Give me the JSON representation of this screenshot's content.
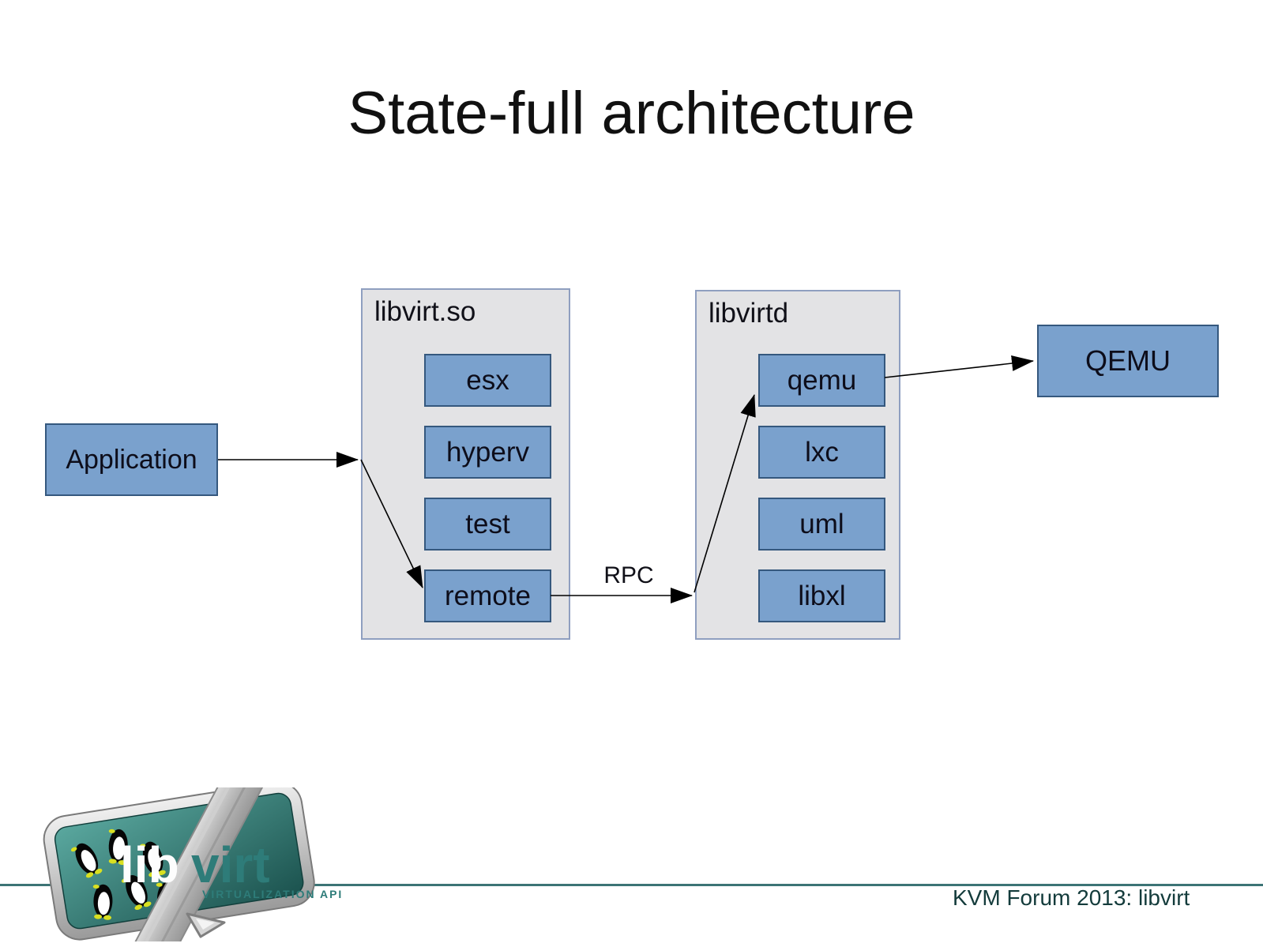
{
  "slide": {
    "title": "State-full architecture",
    "footer": "KVM Forum 2013: libvirt"
  },
  "diagram": {
    "application": {
      "label": "Application"
    },
    "libvirt_so": {
      "label": "libvirt.so",
      "drivers": [
        {
          "label": "esx"
        },
        {
          "label": "hyperv"
        },
        {
          "label": "test"
        },
        {
          "label": "remote"
        }
      ]
    },
    "libvirtd": {
      "label": "libvirtd",
      "drivers": [
        {
          "label": "qemu"
        },
        {
          "label": "lxc"
        },
        {
          "label": "uml"
        },
        {
          "label": "libxl"
        }
      ]
    },
    "qemu_process": {
      "label": "QEMU"
    },
    "rpc_label": "RPC",
    "connections": [
      {
        "from": "Application",
        "to": "libvirt.so",
        "label": ""
      },
      {
        "from": "libvirt.so",
        "to": "remote",
        "label": ""
      },
      {
        "from": "remote",
        "to": "libvirtd",
        "label": "RPC"
      },
      {
        "from": "libvirtd",
        "to": "qemu",
        "label": ""
      },
      {
        "from": "qemu",
        "to": "QEMU",
        "label": ""
      }
    ]
  },
  "logo": {
    "brand_lib": "lib",
    "brand_virt": "virt",
    "tagline": "VIRTUALIZATION API"
  },
  "colors": {
    "box_fill": "#7aa1cd",
    "box_border": "#35587e",
    "panel_fill": "#e3e3e5",
    "panel_border": "#8f9fc0",
    "teal_brand": "#2e7c79",
    "footer_line": "#3c7475",
    "footer_text": "#133b3b",
    "arrow": "#000000",
    "title_text": "#111111"
  }
}
